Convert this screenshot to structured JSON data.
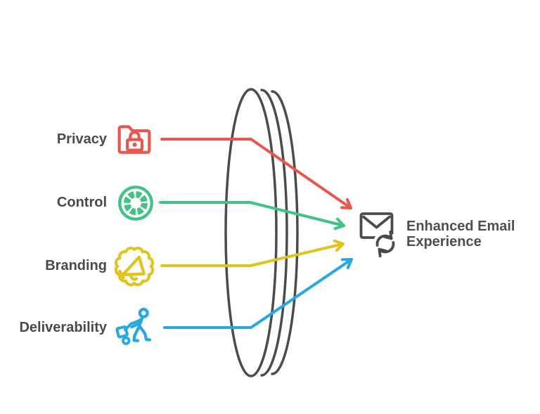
{
  "diagram": {
    "background": "#ffffff",
    "palette": {
      "outline": "#4b4b4b",
      "label_text": "#4a4a4a",
      "result_text": "#4f4f4f"
    },
    "inputs": [
      {
        "label": "Privacy",
        "color": "#e8574f",
        "icon": "folder-lock-icon"
      },
      {
        "label": "Control",
        "color": "#42c286",
        "icon": "control-dial-icon"
      },
      {
        "label": "Branding",
        "color": "#e0c41d",
        "icon": "megaphone-badge-icon"
      },
      {
        "label": "Deliverability",
        "color": "#27a8e0",
        "icon": "delivery-trolley-icon"
      }
    ],
    "lens": {
      "icon": "lens-disc-icon"
    },
    "result": {
      "icon": "email-sync-icon",
      "title_lines": [
        "Enhanced Email",
        "Experience"
      ]
    }
  }
}
